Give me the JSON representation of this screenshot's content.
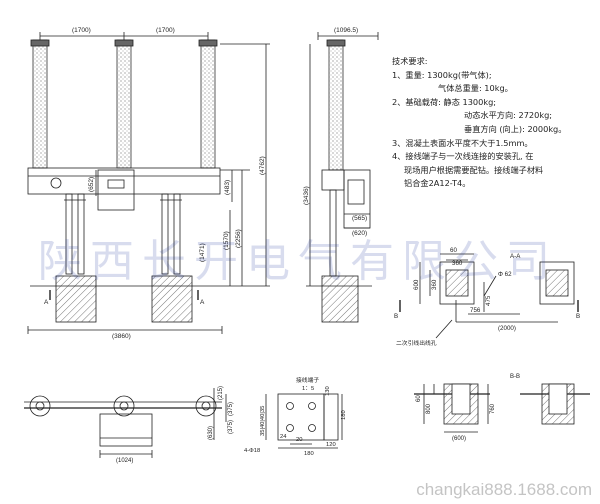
{
  "front_view": {
    "dims": {
      "d1700a": "(1700)",
      "d1700b": "(1700)",
      "d652": "(652)",
      "d483": "(483)",
      "d4762": "(4762)",
      "d2256": "(2256)",
      "d1570": "(1570)",
      "d1471": "(1471)",
      "d3860": "(3860)"
    },
    "section_label_a": "A"
  },
  "side_view": {
    "dims": {
      "d1096": "(1096.5)",
      "d3436": "(3436)",
      "d565": "(565)",
      "d620": "(620)"
    }
  },
  "requirements": {
    "title": "技术要求:",
    "lines": [
      "1、重量: 1300kg(带气体);",
      "气体总重量: 10kg。",
      "2、基础载荷: 静态 1300kg;",
      "动态水平方向: 2720kg;",
      "垂直方向 (向上): 2000kg。",
      "3、混凝土表面水平度不大于1.5mm。",
      "4、接线端子与一次线连接的安装孔, 在",
      "现场用户根据需要配钻。接线端子材料",
      "铝合金2A12-T4。"
    ]
  },
  "foundation_plan": {
    "label": "A-A",
    "dims": {
      "d60": "60",
      "d360": "360",
      "d600": "600",
      "d360b": "360",
      "d475": "475",
      "d756": "756",
      "d2000": "(2000)",
      "phi": "Φ 62"
    },
    "label_b": "B",
    "cable_note": "二次引线出线孔"
  },
  "top_view": {
    "dims": {
      "d1024": "(1024)",
      "d215": "(215)",
      "d375a": "(375)",
      "d375b": "(375)",
      "d630": "(630)"
    }
  },
  "terminal": {
    "title": "接线端子",
    "scale": "1：5",
    "dims": {
      "d130": "130",
      "d180": "180",
      "d180b": "180",
      "d20": "20",
      "d120": "120",
      "d24": "24",
      "holes": "4-Φ18",
      "vert": "35|40|40|35"
    }
  },
  "section_bb": {
    "label": "B-B",
    "dims": {
      "d60": "60",
      "d800": "800",
      "d760": "760",
      "d600": "(600)"
    }
  },
  "watermark": "陕西长开电气有限公司",
  "source_url": "changkai888.1688.com"
}
